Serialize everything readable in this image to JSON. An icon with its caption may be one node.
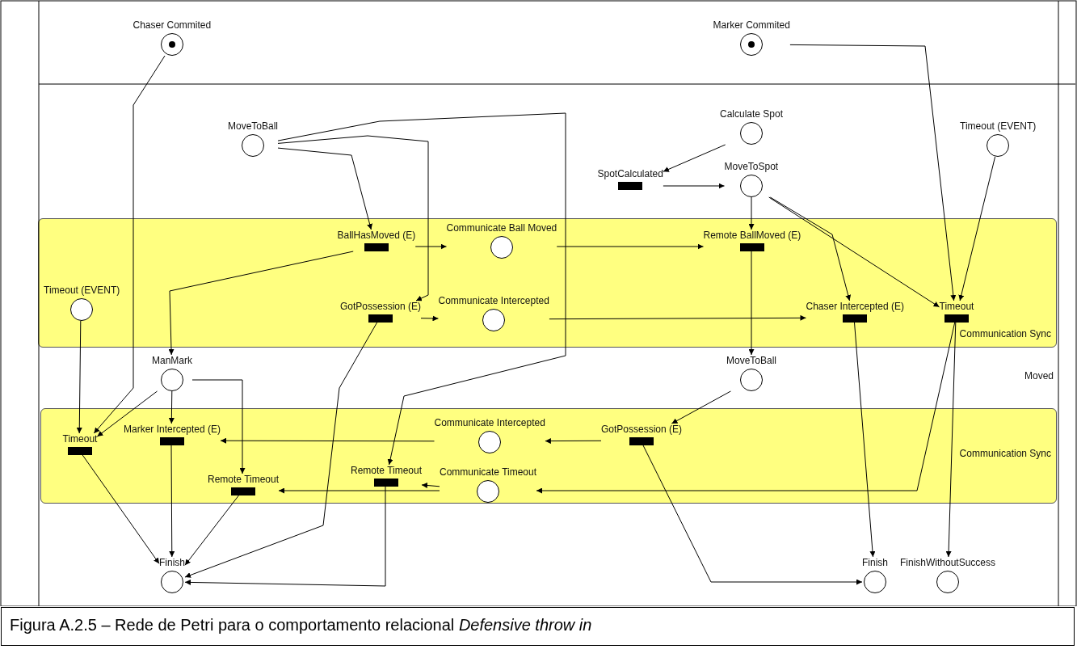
{
  "diagram": {
    "caption": "Figura A.2.5 – Rede de Petri para o comportamento relacional *Defensive throw in*",
    "nodes": [
      {
        "text": [
          "Chaser Commited"
        ]
      },
      {
        "text": [
          "Marker Commited"
        ]
      },
      {
        "text": [
          "MoveToBall"
        ]
      },
      {
        "text": [
          "Calculate Spot"
        ]
      },
      {
        "text": [
          "Timeout (EVENT)"
        ]
      },
      {
        "text": [
          "SpotCalculated"
        ]
      },
      {
        "text": [
          "MoveToSpot"
        ]
      },
      {
        "text": [
          "Communication Sync"
        ]
      },
      {
        "text": [
          "BallHasMoved (E)"
        ],
        "in": 7
      },
      {
        "text": [
          "Communicate Ball Moved"
        ],
        "in": 7
      },
      {
        "text": [
          "Remote BallMoved (E)"
        ],
        "in": 7
      },
      {
        "text": [
          "Timeout (EVENT)"
        ],
        "in": 7
      },
      {
        "text": [
          "GotPossession (E)"
        ],
        "in": 7
      },
      {
        "text": [
          "Communicate Intercepted"
        ],
        "in": 7
      },
      {
        "text": [
          "Chaser Intercepted (E)"
        ],
        "in": 7
      },
      {
        "text": [
          "Timeout"
        ],
        "in": 7
      },
      {
        "text": [
          "ManMark"
        ]
      },
      {
        "text": [
          "MoveToBall"
        ]
      },
      {
        "text": [
          "Communication Sync"
        ]
      },
      {
        "text": [
          "Timeout"
        ],
        "in": 18
      },
      {
        "text": [
          "Marker Intercepted (E)"
        ],
        "in": 18
      },
      {
        "text": [
          "Communicate Intercepted"
        ],
        "in": 18
      },
      {
        "text": [
          "GotPossession (E)"
        ],
        "in": 18
      },
      {
        "text": [
          "Remote Timeout"
        ],
        "in": 18
      },
      {
        "text": [
          "Communicate Timeout"
        ],
        "in": 18
      },
      {
        "text": [
          "Remote Timeout"
        ],
        "in": 18
      },
      {
        "text": [
          "Finish"
        ]
      },
      {
        "text": [
          "Finish"
        ]
      },
      {
        "text": [
          "FinishWithoutSuccess"
        ]
      }
    ],
    "edges": [
      {
        "from": 0,
        "to": 19,
        "arrow": "to"
      },
      {
        "from": 1,
        "to": 15,
        "arrow": "to"
      },
      {
        "from": 2,
        "to": 8,
        "arrow": "to"
      },
      {
        "from": 2,
        "to": 12,
        "arrow": "to"
      },
      {
        "from": 2,
        "to": 23,
        "arrow": "to"
      },
      {
        "from": 3,
        "to": 5,
        "arrow": "to"
      },
      {
        "from": 5,
        "to": 6,
        "arrow": "to"
      },
      {
        "from": 4,
        "to": 15,
        "arrow": "to"
      },
      {
        "from": 6,
        "to": 10,
        "arrow": "to"
      },
      {
        "from": 6,
        "to": 14,
        "arrow": "to"
      },
      {
        "from": 6,
        "to": 15,
        "arrow": "to"
      },
      {
        "from": 8,
        "to": 9,
        "arrow": "to"
      },
      {
        "from": 8,
        "to": 16,
        "arrow": "to"
      },
      {
        "from": 9,
        "to": 10,
        "arrow": "to"
      },
      {
        "from": 10,
        "to": 17,
        "arrow": "to"
      },
      {
        "from": 12,
        "to": 13,
        "arrow": "to"
      },
      {
        "from": 13,
        "to": 14,
        "arrow": "to"
      },
      {
        "from": 12,
        "to": 26,
        "arrow": "to"
      },
      {
        "from": 14,
        "to": 27,
        "arrow": "to"
      },
      {
        "from": 15,
        "to": 28,
        "arrow": "to"
      },
      {
        "from": 15,
        "to": 24,
        "arrow": "to"
      },
      {
        "from": 11,
        "to": 19,
        "arrow": "to"
      },
      {
        "from": 16,
        "to": 19,
        "arrow": "to"
      },
      {
        "from": 16,
        "to": 20,
        "arrow": "to"
      },
      {
        "from": 16,
        "to": 25,
        "arrow": "to"
      },
      {
        "from": 17,
        "to": 22,
        "arrow": "to"
      },
      {
        "from": 22,
        "to": 21,
        "arrow": "to"
      },
      {
        "from": 21,
        "to": 20,
        "arrow": "to"
      },
      {
        "from": 24,
        "to": 23,
        "arrow": "to"
      },
      {
        "from": 24,
        "to": 25,
        "arrow": "to"
      },
      {
        "from": 22,
        "to": 27,
        "arrow": "to"
      },
      {
        "from": 19,
        "to": 26,
        "arrow": "to"
      },
      {
        "from": 20,
        "to": 26,
        "arrow": "to"
      },
      {
        "from": 25,
        "to": 26,
        "arrow": "to"
      },
      {
        "from": 23,
        "to": 26,
        "arrow": "to"
      }
    ],
    "labels": [
      "Moved"
    ]
  }
}
